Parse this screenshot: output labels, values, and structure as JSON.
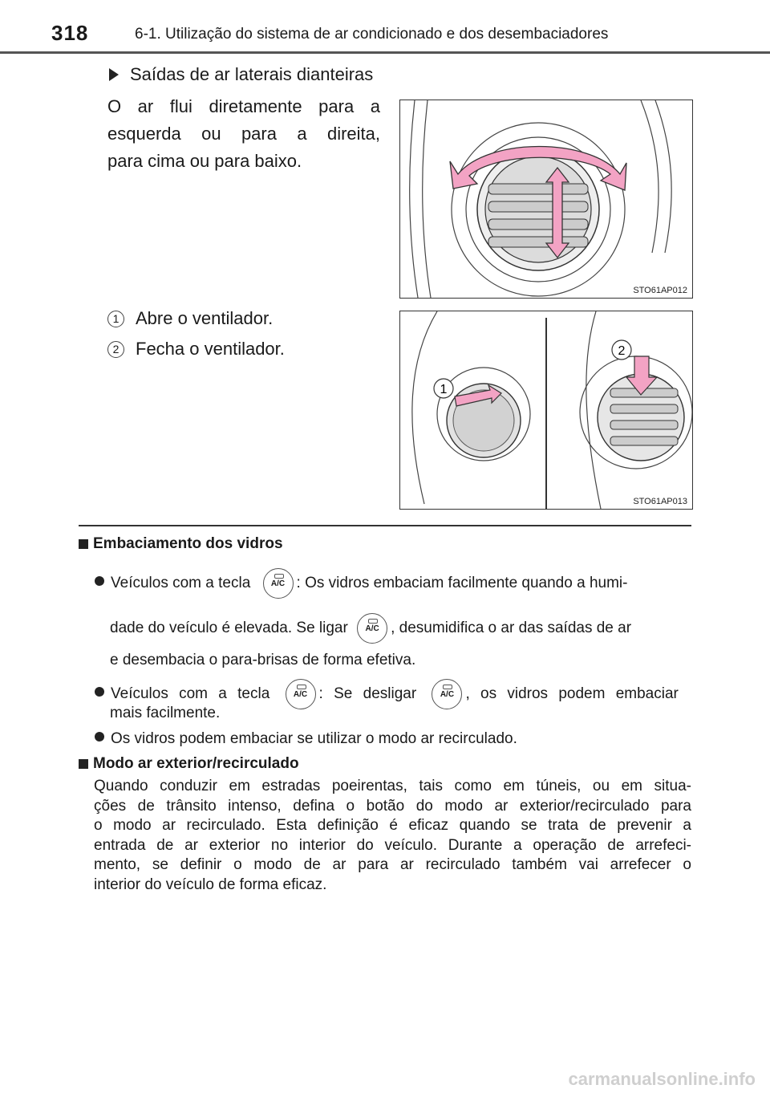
{
  "header": {
    "page_number": "318",
    "chapter_title": "6-1. Utilização do sistema de ar condicionado e dos desembaciadores"
  },
  "side_vents": {
    "heading": "Saídas de ar laterais dianteiras",
    "description_lines": [
      "O ar flui diretamente para a",
      "esquerda ou para a direita,",
      "para cima ou para baixo."
    ],
    "figure1_code": "STO61AP012",
    "items": [
      {
        "num": "1",
        "label": "Abre o ventilador."
      },
      {
        "num": "2",
        "label": "Fecha o ventilador."
      }
    ],
    "figure2_code": "STO61AP013",
    "figure2_callouts": [
      "1",
      "2"
    ]
  },
  "fogging": {
    "heading": "Embaciamento dos vidros",
    "key_label": "A/C",
    "b1_a": "Veículos com a tecla",
    "b1_b": ": Os vidros embaciam facilmente quando a humi-",
    "b1_c": "dade do veículo é elevada. Se ligar",
    "b1_d": ", desumidifica o ar das saídas de ar",
    "b1_e": "e desembacia o para-brisas de forma efetiva.",
    "b2_a": "Veículos com a tecla",
    "b2_b": ": Se desligar",
    "b2_c": ", os vidros podem embaciar",
    "b2_d": "mais facilmente.",
    "b3": "Os vidros podem embaciar se utilizar o modo ar recirculado."
  },
  "air_mode": {
    "heading": "Modo ar exterior/recirculado",
    "lines": [
      "Quando conduzir em estradas poeirentas, tais como em túneis, ou em situa-",
      "ções de trânsito intenso, defina o botão do modo ar exterior/recirculado para",
      "o modo ar recirculado. Esta definição é eficaz quando se trata de prevenir a",
      "entrada de ar exterior no interior do veículo. Durante a operação de arrefeci-",
      "mento, se definir o modo de ar para ar recirculado também vai arrefecer o",
      "interior do veículo de forma eficaz."
    ]
  },
  "watermark": "carmanualsonline.info",
  "colors": {
    "arrow_pink": "#f3a3c4",
    "arrow_stroke": "#333333"
  }
}
